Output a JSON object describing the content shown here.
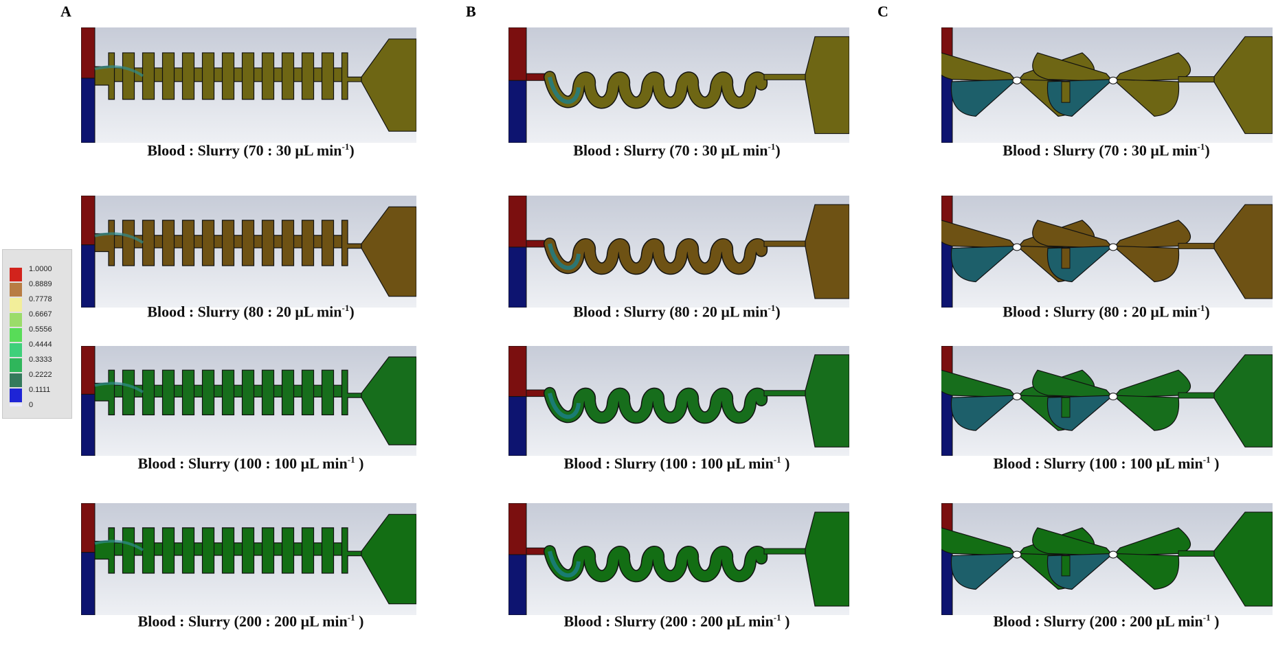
{
  "columns": [
    {
      "label": "A",
      "design": "comb"
    },
    {
      "label": "B",
      "design": "wave"
    },
    {
      "label": "C",
      "design": "bowtie"
    }
  ],
  "rows": [
    {
      "caption_prefix": "Blood : Slurry (70 : 30 μL min",
      "caption_sup": "-1",
      "caption_suffix": ")",
      "fill_color": "#6e6614"
    },
    {
      "caption_prefix": "Blood : Slurry (80 : 20 μL min",
      "caption_sup": "-1",
      "caption_suffix": ")",
      "fill_color": "#6e5214"
    },
    {
      "caption_prefix": "Blood : Slurry (100 : 100 μL min",
      "caption_sup": "-1",
      "caption_suffix": " )",
      "fill_color": "#176e1c"
    },
    {
      "caption_prefix": "Blood : Slurry (200 : 200 μL min",
      "caption_sup": "-1",
      "caption_suffix": " )",
      "fill_color": "#136e14"
    }
  ],
  "legend": {
    "values": [
      "1.0000",
      "0.8889",
      "0.7778",
      "0.6667",
      "0.5556",
      "0.4444",
      "0.3333",
      "0.2222",
      "0.1111",
      "0"
    ],
    "colors": [
      "#d2231c",
      "#b87c43",
      "#f2ee9a",
      "#9bdc6a",
      "#58dc58",
      "#3ed07a",
      "#2fb65b",
      "#347a5c",
      "#1e24d6",
      "#eaeaff"
    ]
  },
  "inlet_colors": {
    "top": "#7b0f0f",
    "bottom": "#0d1470"
  }
}
